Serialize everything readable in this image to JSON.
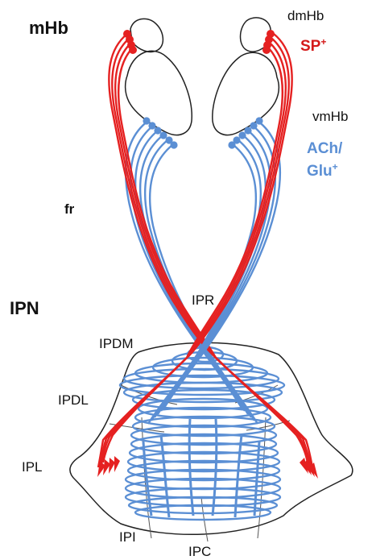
{
  "labels": {
    "mhb": "mHb",
    "dmhb": "dmHb",
    "sp": "SP",
    "sp_sup": "+",
    "vmhb": "vmHb",
    "ach": "ACh/",
    "glu": "Glu",
    "glu_sup": "+",
    "fr": "fr",
    "ipn": "IPN",
    "ipr": "IPR",
    "ipdm": "IPDM",
    "ipdl": "IPDL",
    "ipl": "IPL",
    "ipi": "IPI",
    "ipc": "IPC"
  },
  "colors": {
    "sp_red": "#e52121",
    "ach_blue": "#5b8fd4",
    "outline": "#222222",
    "label_text": "#111111",
    "sp_label": "#d41a1a",
    "ach_label": "#5b8fd4"
  }
}
